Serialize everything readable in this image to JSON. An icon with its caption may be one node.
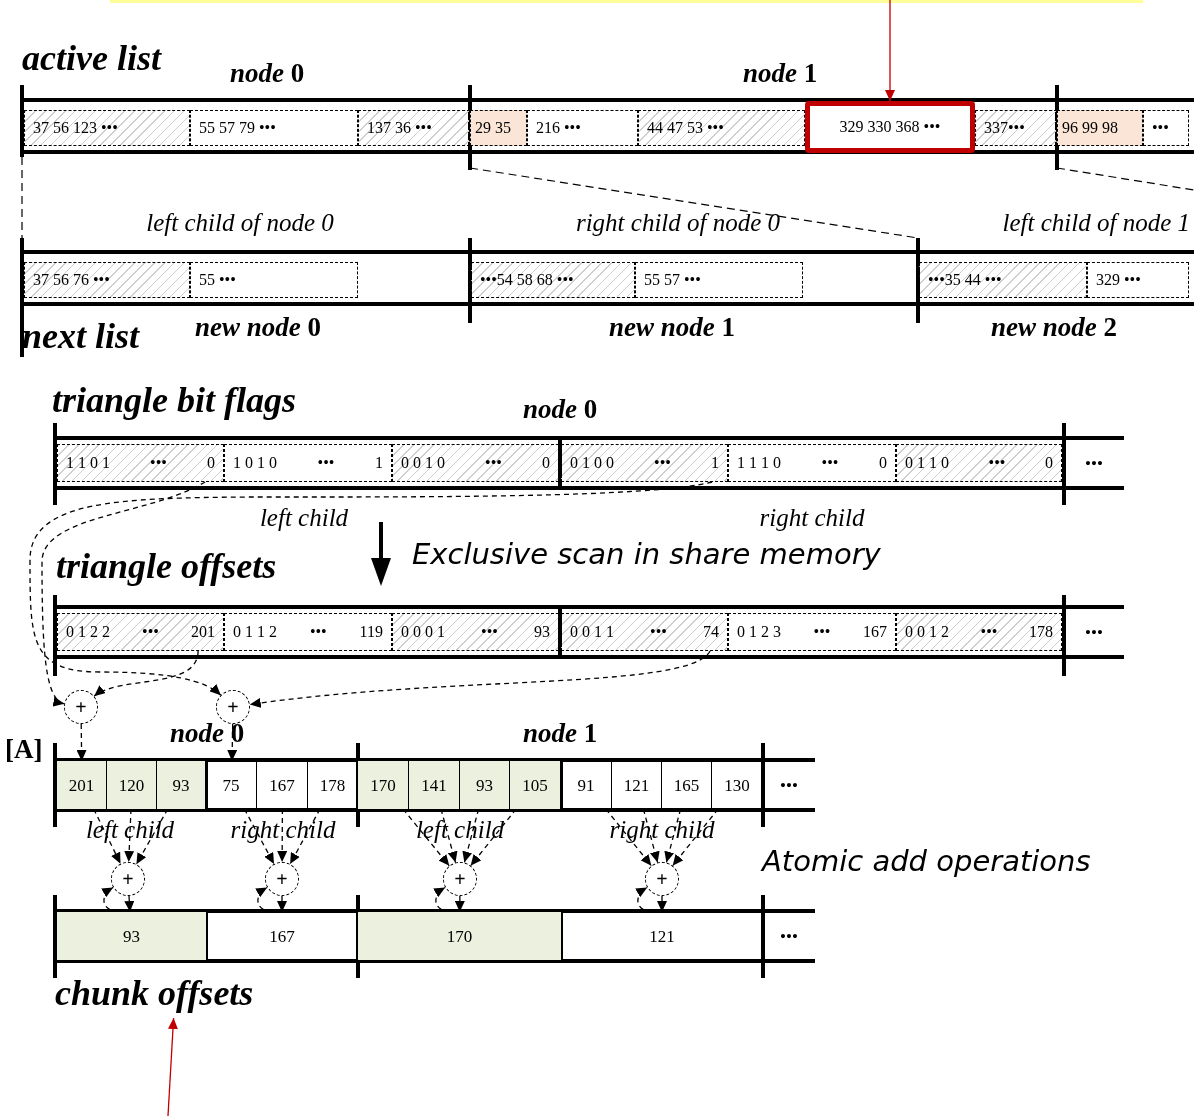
{
  "diagram": {
    "nodes": [
      {
        "text": [
          "37 56 123 •••"
        ]
      },
      {
        "text": [
          "55 57 79 •••"
        ]
      },
      {
        "text": [
          "137 36 •••"
        ]
      },
      {
        "text": [
          "29 35"
        ]
      },
      {
        "text": [
          "216 •••"
        ]
      },
      {
        "text": [
          "44 47 53 •••"
        ]
      },
      {
        "text": [
          "329 330 368 •••"
        ]
      },
      {
        "text": [
          "337•••"
        ]
      },
      {
        "text": [
          "96 99 98"
        ]
      },
      {
        "text": [
          "•••"
        ]
      },
      {
        "text": [
          "37 56 76 •••"
        ]
      },
      {
        "text": [
          "55 •••"
        ]
      },
      {
        "text": [
          "•••54 58 68 •••"
        ]
      },
      {
        "text": [
          "55 57 •••"
        ]
      },
      {
        "text": [
          "•••35 44 •••"
        ]
      },
      {
        "text": [
          "329 •••"
        ]
      },
      {
        "text": [
          "1 1 0 1",
          "•••",
          "0"
        ]
      },
      {
        "text": [
          "1 0 1 0",
          "•••",
          "1"
        ]
      },
      {
        "text": [
          "0 0 1 0",
          "•••",
          "0"
        ]
      },
      {
        "text": [
          "0 1 0 0",
          "•••",
          "1"
        ]
      },
      {
        "text": [
          "1 1 1 0",
          "•••",
          "0"
        ]
      },
      {
        "text": [
          "0 1 1 0",
          "•••",
          "0"
        ]
      },
      {
        "text": [
          "•••"
        ]
      },
      {
        "text": [
          "0 1 2 2",
          "•••",
          "201"
        ]
      },
      {
        "text": [
          "0 1 1 2",
          "•••",
          "119"
        ]
      },
      {
        "text": [
          "0 0 0 1",
          "•••",
          "93"
        ]
      },
      {
        "text": [
          "0 0 1 1",
          "•••",
          "74"
        ]
      },
      {
        "text": [
          "0 1 2 3",
          "•••",
          "167"
        ]
      },
      {
        "text": [
          "0 0 1 2",
          "•••",
          "178"
        ]
      },
      {
        "text": [
          "•••"
        ]
      },
      {
        "text": [
          "+"
        ]
      },
      {
        "text": [
          "+"
        ]
      },
      {
        "text": [
          "201"
        ]
      },
      {
        "text": [
          "120"
        ]
      },
      {
        "text": [
          "93"
        ]
      },
      {
        "text": [
          "75"
        ]
      },
      {
        "text": [
          "167"
        ]
      },
      {
        "text": [
          "178"
        ]
      },
      {
        "text": [
          "170"
        ]
      },
      {
        "text": [
          "141"
        ]
      },
      {
        "text": [
          "93"
        ]
      },
      {
        "text": [
          "105"
        ]
      },
      {
        "text": [
          "91"
        ]
      },
      {
        "text": [
          "121"
        ]
      },
      {
        "text": [
          "165"
        ]
      },
      {
        "text": [
          "130"
        ]
      },
      {
        "text": [
          "•••"
        ]
      },
      {
        "text": [
          "+"
        ]
      },
      {
        "text": [
          "+"
        ]
      },
      {
        "text": [
          "+"
        ]
      },
      {
        "text": [
          "+"
        ]
      },
      {
        "text": [
          "93"
        ]
      },
      {
        "text": [
          "167"
        ]
      },
      {
        "text": [
          "170"
        ]
      },
      {
        "text": [
          "121"
        ]
      },
      {
        "text": [
          "•••"
        ]
      },
      {
        "text": [
          "chunk offsets"
        ]
      }
    ],
    "edges": [
      {
        "from": null,
        "to": 6,
        "arrow": "to",
        "color": "#c00000"
      },
      {
        "from": 16,
        "to": 30,
        "arrow": "to",
        "style": "dashed"
      },
      {
        "from": 23,
        "to": 30,
        "arrow": "to",
        "style": "dashed"
      },
      {
        "from": 19,
        "to": 31,
        "arrow": "to",
        "style": "dashed"
      },
      {
        "from": 26,
        "to": 31,
        "arrow": "to",
        "style": "dashed"
      },
      {
        "from": 30,
        "to": 32,
        "arrow": "to",
        "style": "dashed"
      },
      {
        "from": 31,
        "to": 35,
        "arrow": "to",
        "style": "dashed"
      },
      {
        "from": 32,
        "to": 47,
        "arrow": "to",
        "style": "dashed"
      },
      {
        "from": 33,
        "to": 47,
        "arrow": "to",
        "style": "dashed"
      },
      {
        "from": 34,
        "to": 47,
        "arrow": "to",
        "style": "dashed"
      },
      {
        "from": 35,
        "to": 48,
        "arrow": "to",
        "style": "dashed"
      },
      {
        "from": 36,
        "to": 48,
        "arrow": "to",
        "style": "dashed"
      },
      {
        "from": 37,
        "to": 48,
        "arrow": "to",
        "style": "dashed"
      },
      {
        "from": 38,
        "to": 49,
        "arrow": "to",
        "style": "dashed"
      },
      {
        "from": 39,
        "to": 49,
        "arrow": "to",
        "style": "dashed"
      },
      {
        "from": 40,
        "to": 49,
        "arrow": "to",
        "style": "dashed"
      },
      {
        "from": 41,
        "to": 49,
        "arrow": "to",
        "style": "dashed"
      },
      {
        "from": 42,
        "to": 50,
        "arrow": "to",
        "style": "dashed"
      },
      {
        "from": 43,
        "to": 50,
        "arrow": "to",
        "style": "dashed"
      },
      {
        "from": 44,
        "to": 50,
        "arrow": "to",
        "style": "dashed"
      },
      {
        "from": 45,
        "to": 50,
        "arrow": "to",
        "style": "dashed"
      },
      {
        "from": 47,
        "to": 51,
        "arrow": "to",
        "style": "dashed"
      },
      {
        "from": 51,
        "to": 47,
        "arrow": "to",
        "style": "dashed"
      },
      {
        "from": 48,
        "to": 52,
        "arrow": "to",
        "style": "dashed"
      },
      {
        "from": 52,
        "to": 48,
        "arrow": "to",
        "style": "dashed"
      },
      {
        "from": 49,
        "to": 53,
        "arrow": "to",
        "style": "dashed"
      },
      {
        "from": 53,
        "to": 49,
        "arrow": "to",
        "style": "dashed"
      },
      {
        "from": 50,
        "to": 54,
        "arrow": "to",
        "style": "dashed"
      },
      {
        "from": 54,
        "to": 50,
        "arrow": "to",
        "style": "dashed"
      },
      {
        "from": null,
        "to": 56,
        "arrow": "to",
        "color": "#c00000"
      }
    ],
    "labels": [
      "active list",
      "*node* 0",
      "*node* 1",
      "*left child of node* 0",
      "*right child of node* 0",
      "*left child of node* 1",
      "next list",
      "*new node* 0",
      "*new node* 1",
      "*new node* 2",
      "triangle bit flags",
      "*node* 0",
      "left child",
      "right child",
      "triangle offsets",
      "Exclusive scan in share memory",
      "[A]",
      "*node* 0",
      "*node* 1",
      "left child",
      "right child",
      "left child",
      "right child",
      "Atomic add operations"
    ]
  }
}
